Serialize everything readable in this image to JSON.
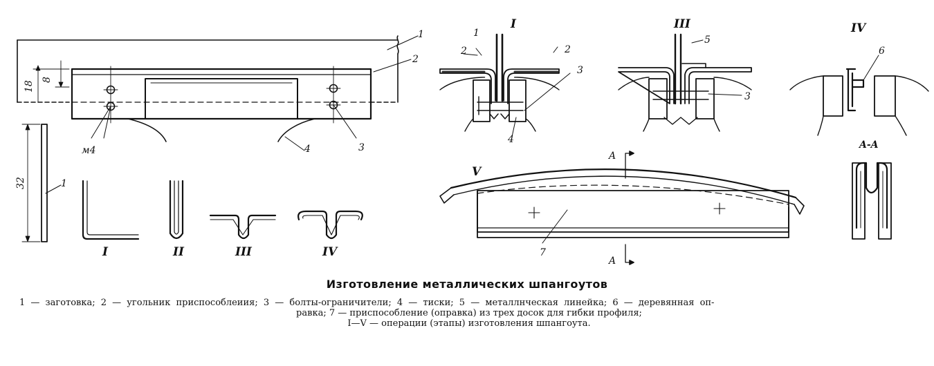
{
  "figure": {
    "title": "Изготовление металлических шпангоутов",
    "view_labels": {
      "I": "I",
      "II": "II",
      "III": "III",
      "IV": "IV",
      "V": "V",
      "section": "A-A",
      "section_mark": "A"
    },
    "part_numbers": [
      "1",
      "2",
      "3",
      "4",
      "5",
      "6",
      "7"
    ],
    "bolt_label": "м4",
    "dimensions": {
      "d8": "8",
      "d18": "18",
      "d32": "32"
    }
  },
  "legend": {
    "line1": "1 — заготовка;  2 — угольник  приспособлеиия;  3 — болты-ограничители;  4 — тиски;  5 — металлнческая  линейка;  6 — деревянная  оп-",
    "line2": "равка;  7 — приспособление  (оправка)  из  трех  досок  для  гибки  профиля;",
    "line3": "I—V — операции  (этапы)  изготовления  шпангоута."
  }
}
